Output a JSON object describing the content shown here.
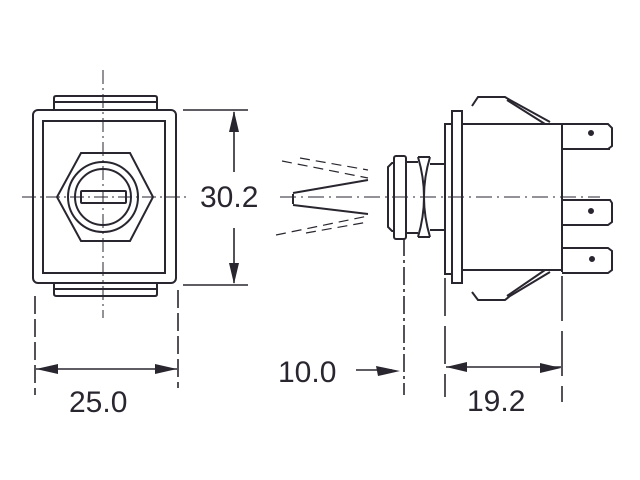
{
  "diagram": {
    "subject": "toggle switch dimensional drawing",
    "views": [
      "front-view",
      "side-view"
    ],
    "units": "mm",
    "stroke_color": "#2a2630",
    "dimensions": {
      "height": "30.2",
      "width": "25.0",
      "lever_to_panel": "10.0",
      "body_depth": "19.2"
    },
    "terminals": 3
  }
}
